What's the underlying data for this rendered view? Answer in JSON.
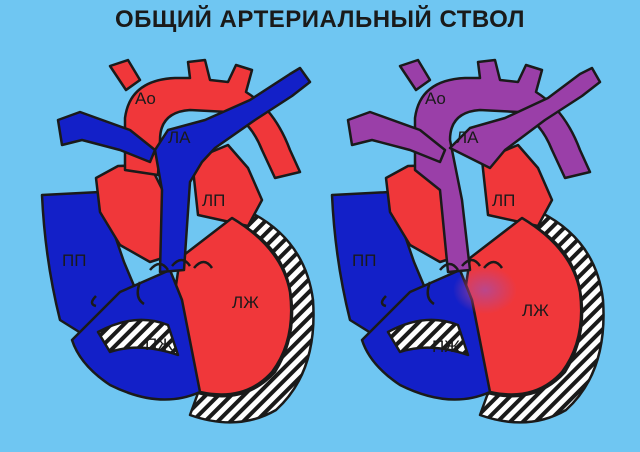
{
  "title": "ОБЩИЙ АРТЕРИАЛЬНЫЙ СТВОЛ",
  "colors": {
    "background": "#6fc6f2",
    "oxygenated": "#f0373a",
    "deoxygenated": "#1320c8",
    "mixed": "#9a3fa8",
    "outline": "#1a1a1a"
  },
  "left_heart": {
    "labels": {
      "aorta": "Ао",
      "pulmonary_artery": "ЛА",
      "left_atrium": "ЛП",
      "right_atrium": "ПП",
      "left_ventricle": "ЛЖ",
      "right_ventricle": "ПЖ"
    }
  },
  "right_heart": {
    "labels": {
      "aorta": "Ао",
      "pulmonary_artery": "ЛА",
      "left_atrium": "ЛП",
      "right_atrium": "ПП",
      "left_ventricle": "ЛЖ",
      "right_ventricle": "ПЖ"
    }
  }
}
